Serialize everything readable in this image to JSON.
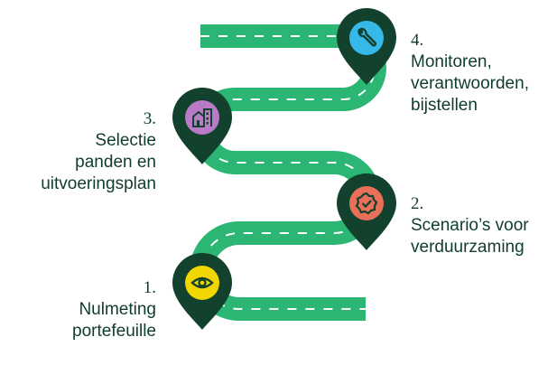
{
  "colors": {
    "road": "#2bb673",
    "dash": "#ffffff",
    "pin": "#12412d",
    "text": "#0f3d2a"
  },
  "steps": [
    {
      "number": "1.",
      "text": "Nulmeting\nportefeuille",
      "icon": "eye-icon",
      "icon_color": "#f2d600"
    },
    {
      "number": "2.",
      "text": "Scenario’s voor\nverduurzaming",
      "icon": "badge-check-icon",
      "icon_color": "#e8705a"
    },
    {
      "number": "3.",
      "text": "Selectie\npanden en\nuitvoeringsplan",
      "icon": "buildings-icon",
      "icon_color": "#b97ac7"
    },
    {
      "number": "4.",
      "text": "Monitoren,\nverantwoorden,\nbijstellen",
      "icon": "wrench-icon",
      "icon_color": "#36b8e8"
    }
  ]
}
